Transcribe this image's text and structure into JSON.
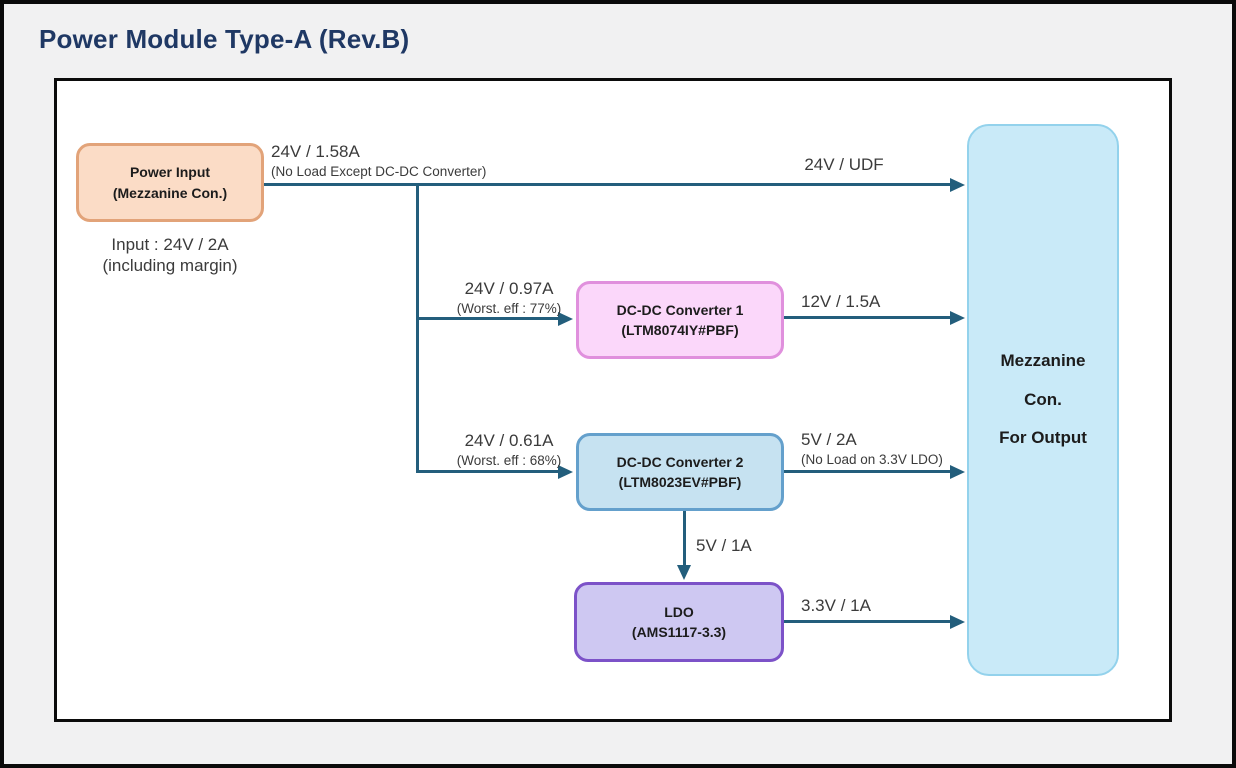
{
  "title": "Power Module Type-A (Rev.B)",
  "colors": {
    "title_text": "#1f3864",
    "arrow": "#235e7c",
    "power_input_fill": "#fbdcc6",
    "power_input_border": "#e2a379",
    "dcdc1_fill": "#fbd7fa",
    "dcdc1_border": "#e090dd",
    "dcdc2_fill": "#c6e2f1",
    "dcdc2_border": "#64a0cc",
    "ldo_fill": "#cec8f2",
    "ldo_border": "#7c52c8",
    "mezzanine_fill": "#c9eaf8",
    "mezzanine_border": "#93d2ec",
    "outer_background": "#f1f1f2"
  },
  "nodes": {
    "power_input": {
      "line1": "Power Input",
      "line2": "(Mezzanine Con.)"
    },
    "dcdc1": {
      "line1": "DC-DC Converter 1",
      "line2": "(LTM8074IY#PBF)"
    },
    "dcdc2": {
      "line1": "DC-DC Converter 2",
      "line2": "(LTM8023EV#PBF)"
    },
    "ldo": {
      "line1": "LDO",
      "line2": "(AMS1117-3.3)"
    },
    "mezzanine_out": {
      "line1": "Mezzanine",
      "line2": "Con.",
      "line3": "For Output"
    }
  },
  "captions": {
    "input_rating": "Input : 24V / 2A",
    "input_margin": "(including margin)"
  },
  "edges": {
    "input_to_out": {
      "label": "24V / 1.58A",
      "note": "(No Load Except DC-DC Converter)",
      "end_label": "24V / UDF"
    },
    "to_dcdc1": {
      "label": "24V / 0.97A",
      "note": "(Worst. eff : 77%)"
    },
    "dcdc1_to_out": {
      "label": "12V / 1.5A"
    },
    "to_dcdc2": {
      "label": "24V / 0.61A",
      "note": "(Worst. eff : 68%)"
    },
    "dcdc2_to_out": {
      "label": "5V / 2A",
      "note": "(No Load on 3.3V LDO)"
    },
    "dcdc2_to_ldo": {
      "label": "5V / 1A"
    },
    "ldo_to_out": {
      "label": "3.3V / 1A"
    }
  }
}
